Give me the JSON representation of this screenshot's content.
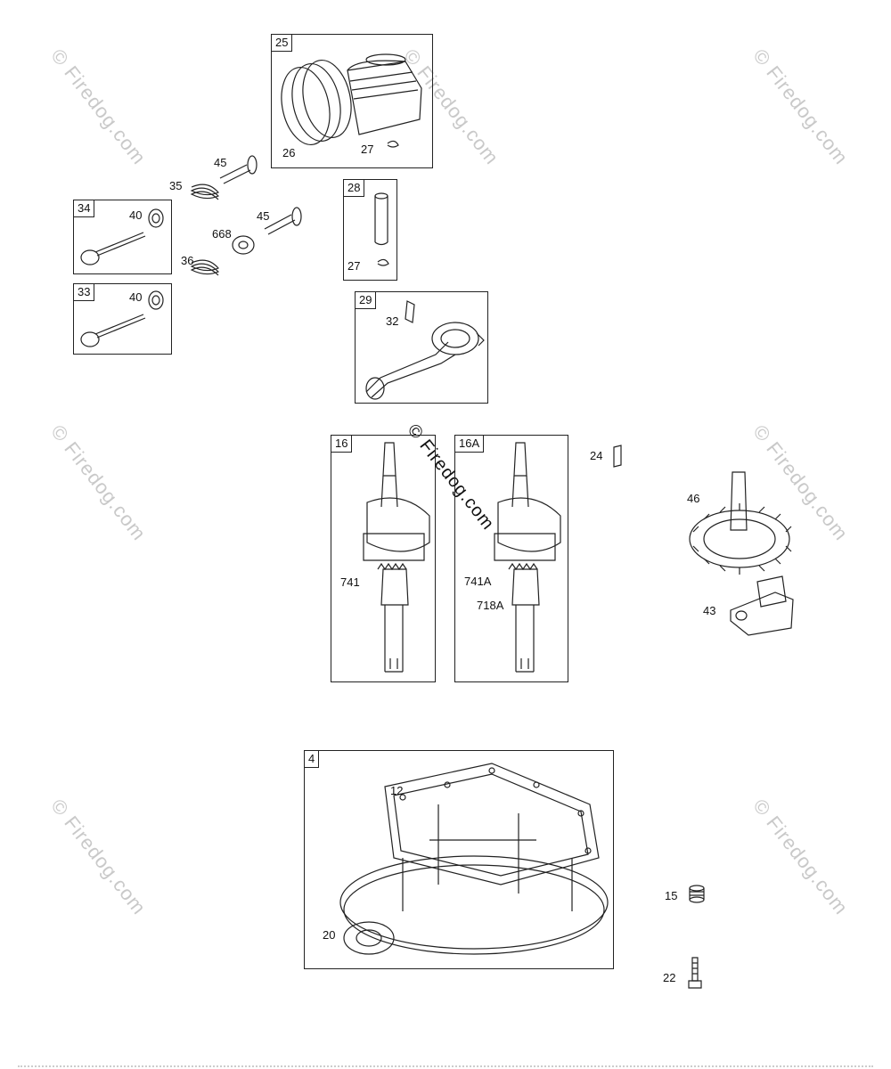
{
  "watermark": "© Firedog.com",
  "boxes": {
    "b25": "25",
    "b28": "28",
    "b34": "34",
    "b33": "33",
    "b29": "29",
    "b16": "16",
    "b16a": "16A",
    "b4": "4"
  },
  "labels": {
    "l26": "26",
    "l27a": "27",
    "l27b": "27",
    "l35": "35",
    "l45a": "45",
    "l45b": "45",
    "l40a": "40",
    "l40b": "40",
    "l668": "668",
    "l36": "36",
    "l32": "32",
    "l741": "741",
    "l741a": "741A",
    "l718a": "718A",
    "l24": "24",
    "l46": "46",
    "l43": "43",
    "l12": "12",
    "l20": "20",
    "l15": "15",
    "l22": "22"
  }
}
